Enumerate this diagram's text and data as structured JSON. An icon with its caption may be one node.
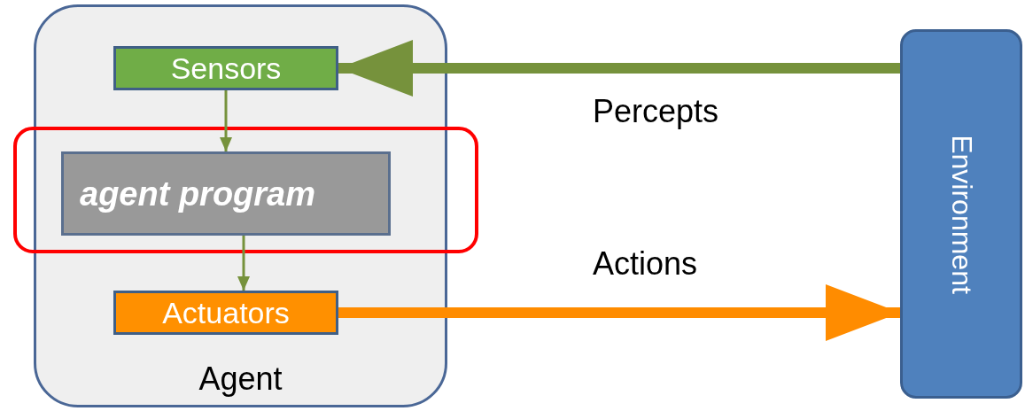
{
  "diagram": {
    "nodes": [
      {
        "text": [
          "Agent"
        ]
      },
      {
        "text": [
          "Sensors"
        ],
        "in": 0
      },
      {
        "text": [],
        "shape": "box"
      },
      {
        "text": [
          "agent program"
        ],
        "in": 2
      },
      {
        "text": [
          "Actuators"
        ],
        "in": 0
      },
      {
        "text": [
          "Environment"
        ]
      }
    ],
    "edges": [
      {
        "from": 5,
        "to": 1,
        "arrow": "to",
        "label": "Percepts",
        "style": "thick"
      },
      {
        "from": 1,
        "to": 3,
        "arrow": "to"
      },
      {
        "from": 3,
        "to": 4,
        "arrow": "to"
      },
      {
        "from": 4,
        "to": 5,
        "arrow": "to",
        "label": "Actions",
        "style": "thick",
        "color": "#ff8c00"
      }
    ]
  }
}
